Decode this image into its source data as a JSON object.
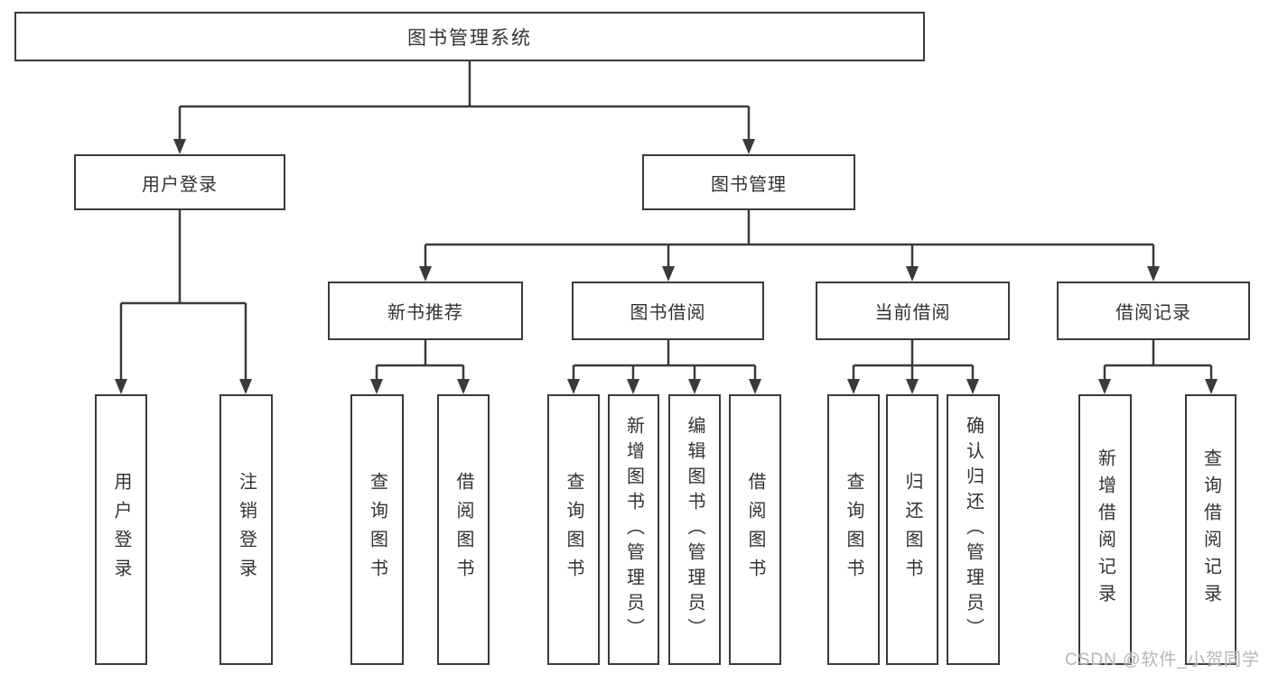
{
  "diagram": {
    "title": "图书管理系统",
    "nodes": {
      "root": "图书管理系统",
      "user_login": "用户登录",
      "book_mgmt": "图书管理",
      "new_book": "新书推荐",
      "book_borrow": "图书借阅",
      "current_borrow": "当前借阅",
      "borrow_record": "借阅记录",
      "ul_login": "用户登录",
      "ul_logout": "注销登录",
      "nb_query": "查询图书",
      "nb_borrow": "借阅图书",
      "bb_query": "查询图书",
      "bb_add": "新增图书（管理员）",
      "bb_edit": "编辑图书（管理员）",
      "bb_borrow": "借阅图书",
      "cb_query": "查询图书",
      "cb_return": "归还图书",
      "cb_confirm": "确认归还（管理员）",
      "br_add": "新增借阅记录",
      "br_query": "查询借阅记录"
    },
    "structure": [
      {
        "parent": "图书管理系统",
        "children": [
          "用户登录",
          "图书管理"
        ]
      },
      {
        "parent": "用户登录",
        "children": [
          "用户登录",
          "注销登录"
        ]
      },
      {
        "parent": "图书管理",
        "children": [
          "新书推荐",
          "图书借阅",
          "当前借阅",
          "借阅记录"
        ]
      },
      {
        "parent": "新书推荐",
        "children": [
          "查询图书",
          "借阅图书"
        ]
      },
      {
        "parent": "图书借阅",
        "children": [
          "查询图书",
          "新增图书（管理员）",
          "编辑图书（管理员）",
          "借阅图书"
        ]
      },
      {
        "parent": "当前借阅",
        "children": [
          "查询图书",
          "归还图书",
          "确认归还（管理员）"
        ]
      },
      {
        "parent": "借阅记录",
        "children": [
          "新增借阅记录",
          "查询借阅记录"
        ]
      }
    ],
    "colors": {
      "line": "#3a3a3a",
      "text": "#333333",
      "background": "#ffffff",
      "watermark": "#b5b5b5"
    }
  },
  "watermark": "CSDN @软件_小贺同学"
}
